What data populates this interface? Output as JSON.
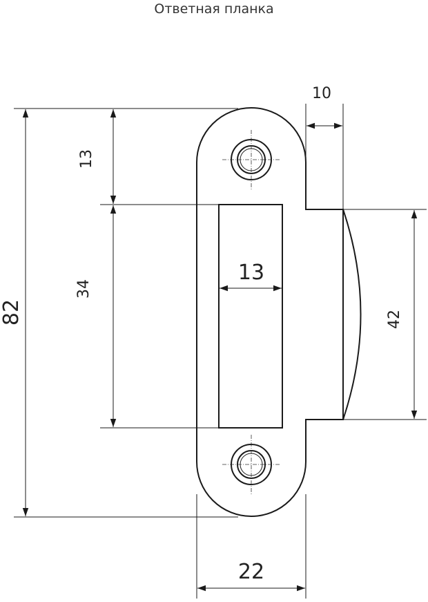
{
  "title": "Ответная планка",
  "dimensions": {
    "total_height": "82",
    "top_to_slot": "13",
    "slot_height": "34",
    "slot_width": "13",
    "lip_height": "42",
    "lip_depth": "10",
    "plate_width": "22"
  },
  "colors": {
    "line": "#1a1a1a",
    "text": "#222222"
  }
}
